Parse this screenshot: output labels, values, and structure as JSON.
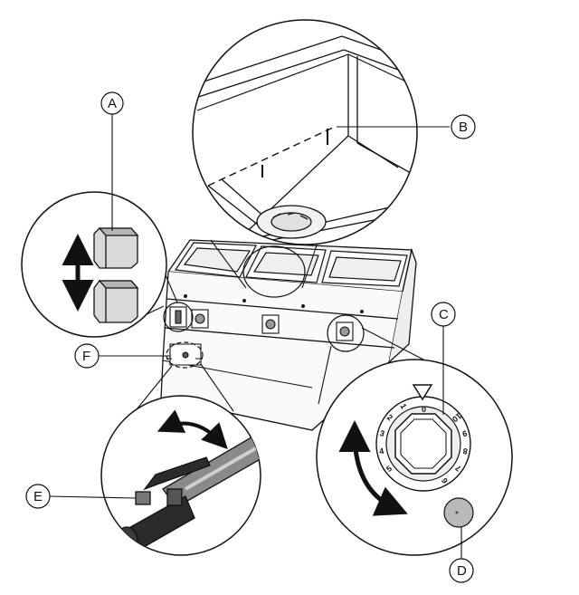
{
  "callouts": {
    "a": "A",
    "b": "B",
    "c": "C",
    "d": "D",
    "e": "E",
    "f": "F"
  },
  "dial": {
    "zero": "0",
    "numbers": [
      "1",
      "2",
      "3",
      "4",
      "5",
      "6",
      "7",
      "8",
      "9",
      "10"
    ]
  },
  "indicator_light": {
    "symbol": "*",
    "color": "#b9b9b9"
  },
  "colors": {
    "outline": "#111111",
    "cube_fill": "#d9d9d9",
    "hose_fill": "#8a8a8a",
    "valve_dark": "#2b2b2b"
  }
}
